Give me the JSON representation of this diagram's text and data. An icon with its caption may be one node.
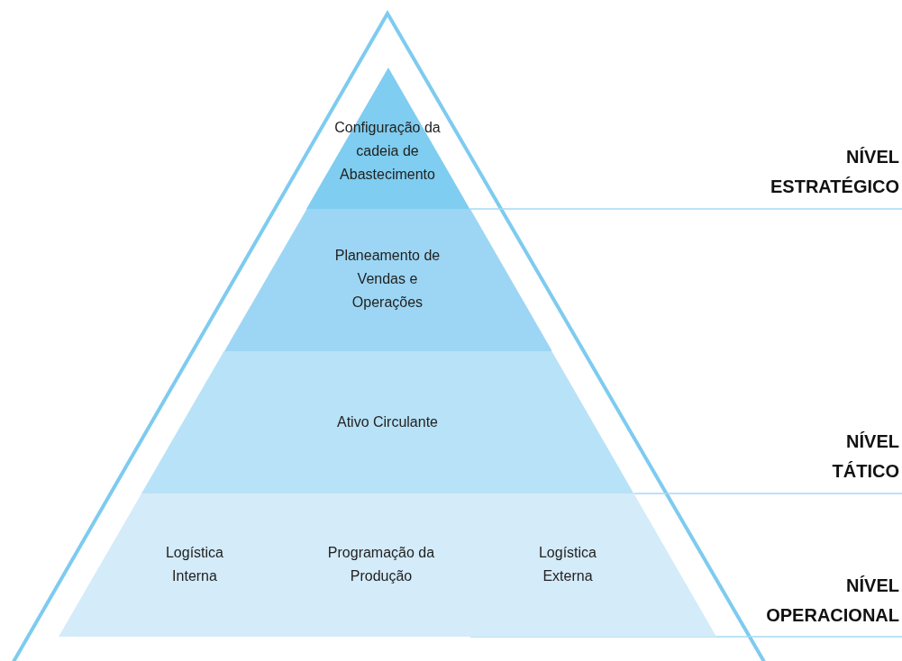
{
  "diagram": {
    "nodes": [
      {
        "text": [
          "Configuração da cadeia de Abastecimento"
        ]
      },
      {
        "text": [
          "Planeamento de Vendas e Operações"
        ]
      },
      {
        "text": [
          "Ativo Circulante"
        ]
      },
      {
        "text": [
          "Logística Interna",
          "Programação da Produção",
          "Logística Externa"
        ]
      }
    ],
    "labels": [
      "NÍVEL ESTRATÉGICO",
      "NÍVEL TÁTICO",
      "NÍVEL OPERACIONAL"
    ]
  }
}
